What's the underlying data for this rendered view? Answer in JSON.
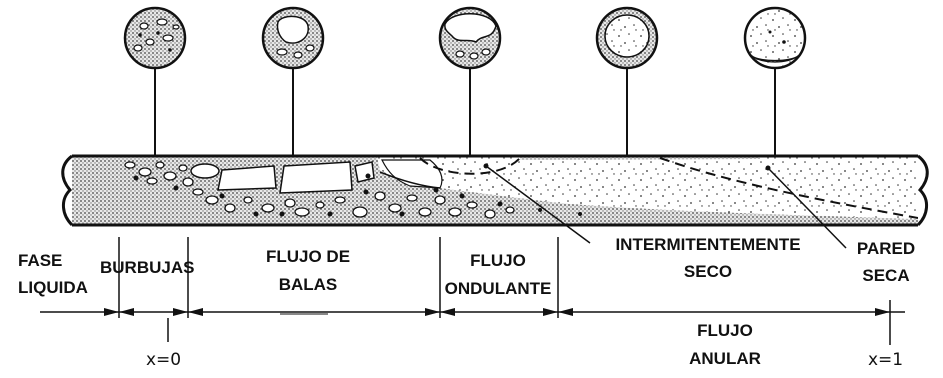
{
  "labels": {
    "liquid": [
      "FASE",
      "LIQUIDA"
    ],
    "bubbles": "BURBUJAS",
    "slug": [
      "FLUJO DE",
      "BALAS"
    ],
    "wavy": [
      "FLUJO",
      "ONDULANTE"
    ],
    "intermittent": [
      "INTERMITENTEMENTE",
      "SECO"
    ],
    "dry_wall": [
      "PARED",
      "SECA"
    ],
    "annular": [
      "FLUJO",
      "ANULAR"
    ],
    "x0": "x=0",
    "x1": "x=1"
  },
  "colors": {
    "ink": "#111111",
    "liquid_fill": "#bdbdbd"
  }
}
